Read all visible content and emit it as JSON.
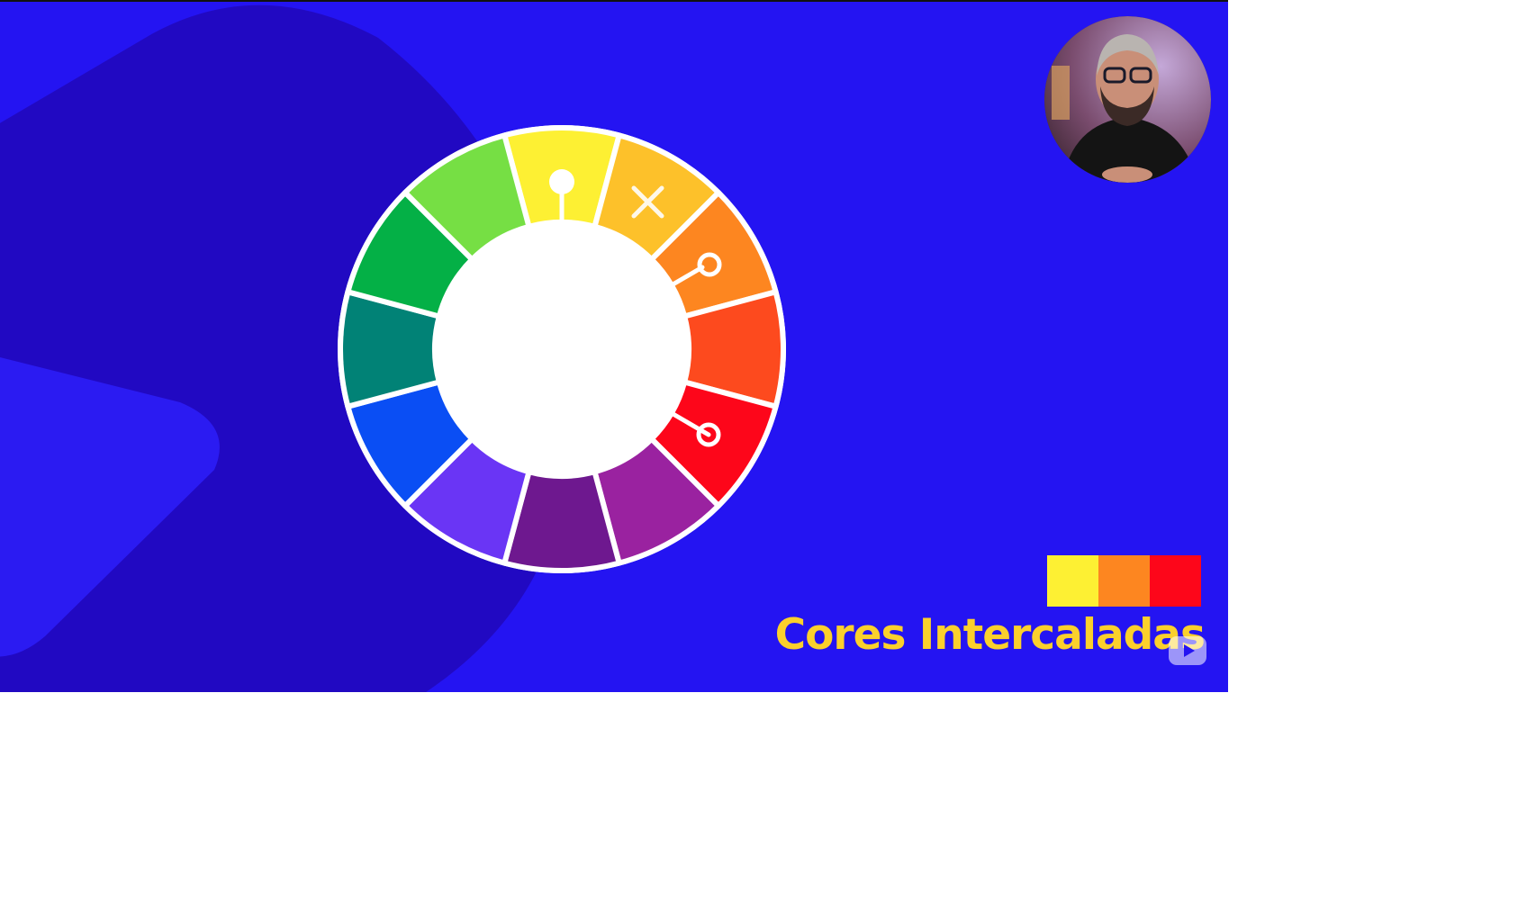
{
  "slide": {
    "title": "Cores Intercaladas",
    "title_color": "#fbd02c",
    "background_color": "#2414f2",
    "shape_color": "#2109c2"
  },
  "color_wheel": {
    "segments": [
      {
        "name": "yellow",
        "color": "#fdf033"
      },
      {
        "name": "yellow-orange",
        "color": "#fdc12a"
      },
      {
        "name": "orange",
        "color": "#fd8620"
      },
      {
        "name": "red-orange",
        "color": "#fd4a1e"
      },
      {
        "name": "red",
        "color": "#fd061a"
      },
      {
        "name": "red-violet",
        "color": "#9a22a0"
      },
      {
        "name": "violet",
        "color": "#6e188f"
      },
      {
        "name": "blue-violet",
        "color": "#6a35f5"
      },
      {
        "name": "blue",
        "color": "#0a4ef4"
      },
      {
        "name": "blue-green",
        "color": "#018276"
      },
      {
        "name": "green",
        "color": "#04b046"
      },
      {
        "name": "yellow-green",
        "color": "#76df44"
      }
    ],
    "rejected_marker_icon": "x-icon",
    "selected_segments": [
      "yellow",
      "orange",
      "red"
    ]
  },
  "swatches": [
    {
      "name": "yellow",
      "color": "#fdf033"
    },
    {
      "name": "orange",
      "color": "#fd8620"
    },
    {
      "name": "red",
      "color": "#fd061a"
    }
  ],
  "presenter": {
    "icon": "presenter-webcam-icon"
  },
  "watermark": {
    "icon": "youtube-play-icon"
  }
}
